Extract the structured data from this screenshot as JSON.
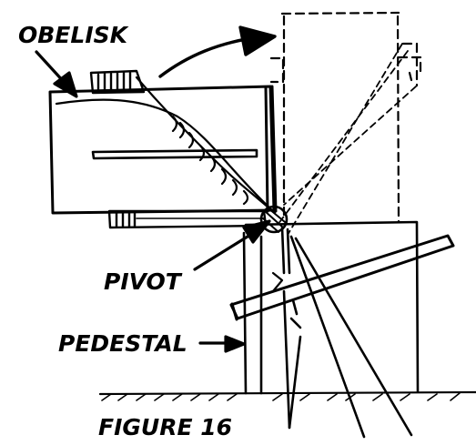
{
  "labels": {
    "obelisk": "OBELISK",
    "pivot": "PIVOT",
    "pedestal": "PEDESTAL",
    "figure": "FIGURE 16"
  },
  "colors": {
    "ink": "#000000",
    "paper": "#ffffff"
  }
}
